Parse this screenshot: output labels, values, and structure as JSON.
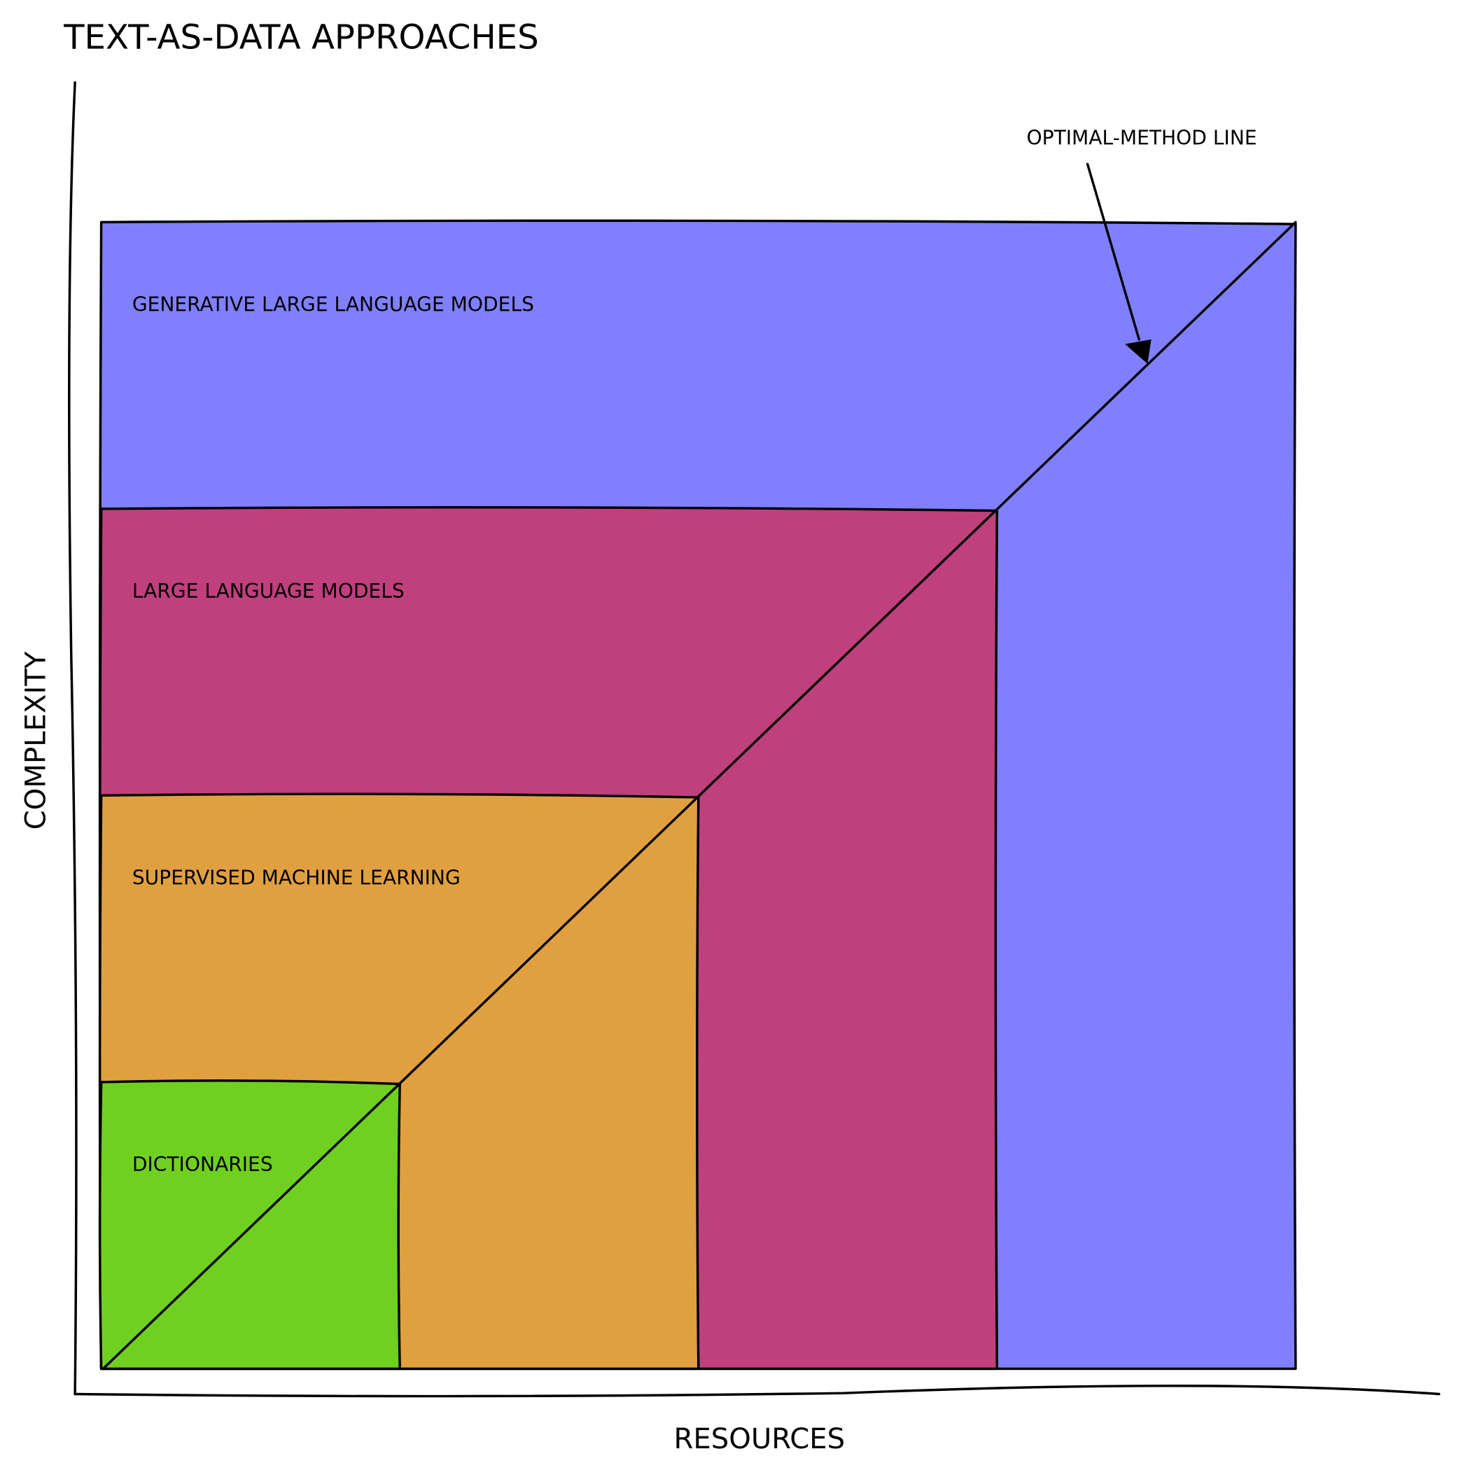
{
  "title": "TEXT-AS-DATA APPROACHES",
  "axes": {
    "x_label": "RESOURCES",
    "y_label": "COMPLEXITY"
  },
  "annotation": "OPTIMAL-METHOD LINE",
  "regions": [
    {
      "label": "GENERATIVE LARGE LANGUAGE MODELS",
      "color": "#8080ff",
      "level": 4
    },
    {
      "label": "LARGE LANGUAGE MODELS",
      "color": "#c0407e",
      "level": 3
    },
    {
      "label": "SUPERVISED MACHINE LEARNING",
      "color": "#e0a040",
      "level": 2
    },
    {
      "label": "DICTIONARIES",
      "color": "#70d020",
      "level": 1
    }
  ]
}
